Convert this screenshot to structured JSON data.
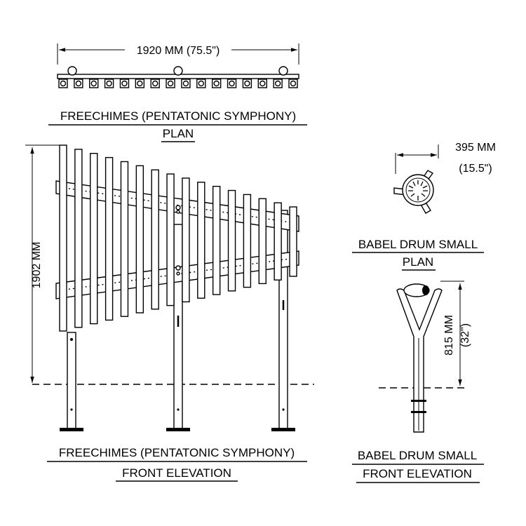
{
  "freechimes": {
    "plan_dimension": "1920 MM (75.5\")",
    "height_dimension": "1902 MM",
    "plan_title": "FREECHIMES (PENTATONIC SYMPHONY)",
    "plan_subtitle": "PLAN",
    "elevation_title": "FREECHIMES (PENTATONIC SYMPHONY)",
    "elevation_subtitle": "FRONT ELEVATION",
    "chime_count": 16,
    "post_count": 3
  },
  "babel_drum": {
    "width_mm": "395 MM",
    "width_in": "(15.5\")",
    "height_mm": "815 MM",
    "height_in": "(32\")",
    "plan_title": "BABEL DRUM SMALL",
    "plan_subtitle": "PLAN",
    "elevation_title": "BABEL DRUM SMALL",
    "elevation_subtitle": "FRONT ELEVATION"
  }
}
